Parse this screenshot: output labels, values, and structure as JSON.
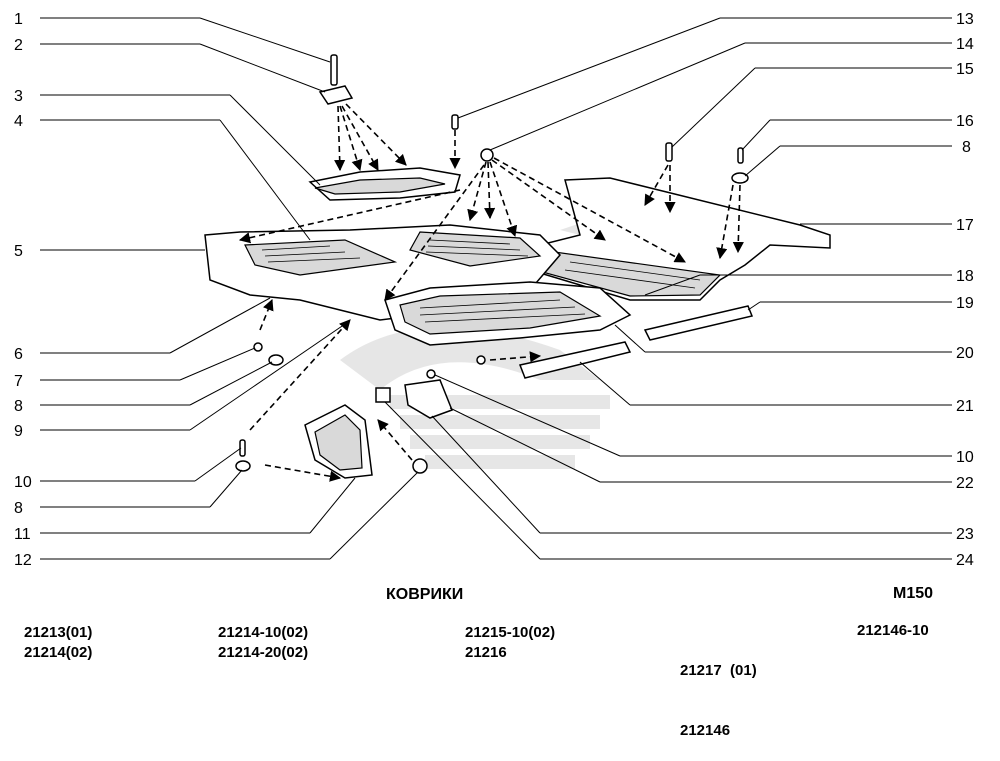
{
  "diagram": {
    "callouts_left": [
      "1",
      "2",
      "3",
      "4",
      "5",
      "6",
      "7",
      "8",
      "9",
      "10",
      "8",
      "11",
      "12"
    ],
    "callouts_right": [
      "13",
      "14",
      "15",
      "16",
      "8",
      "17",
      "18",
      "19",
      "20",
      "21",
      "10",
      "22",
      "23",
      "24"
    ],
    "title": "КОВРИКИ",
    "code": "M150"
  },
  "models": [
    [
      "21213(01)",
      "21214(02)"
    ],
    [
      "21214-10(02)",
      "21214-20(02)"
    ],
    [
      "21215-10(02)",
      "21216"
    ],
    [
      "21217  (01)",
      "212146"
    ],
    [
      "212146-10"
    ]
  ]
}
